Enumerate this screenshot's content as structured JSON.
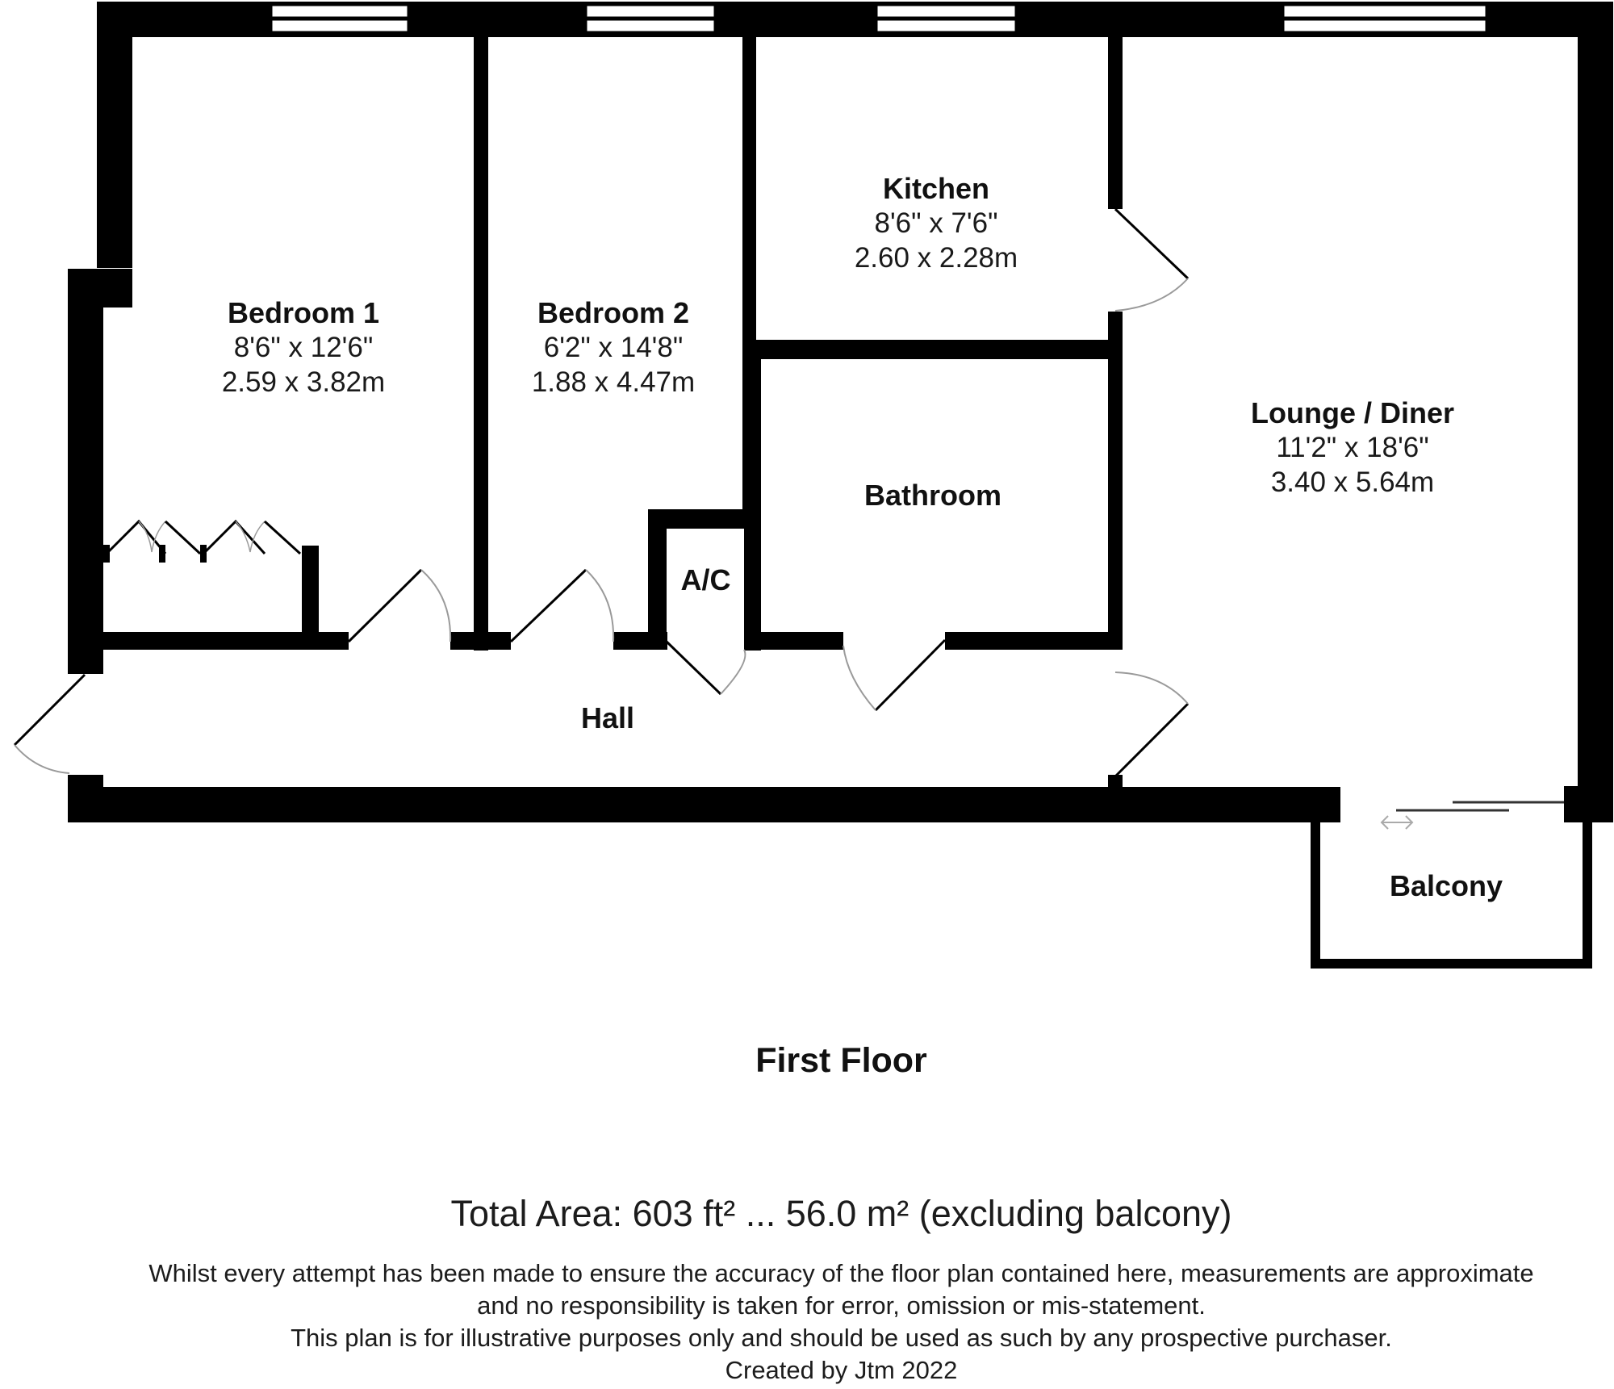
{
  "plan": {
    "floor_title": "First Floor",
    "wall_color": "#000000",
    "door_arc_color": "#9a9a9a",
    "rooms": [
      {
        "name": "Bedroom 1",
        "imperial": "8'6\" x 12'6\"",
        "metric": "2.59 x 3.82m"
      },
      {
        "name": "Bedroom 2",
        "imperial": "6'2\" x 14'8\"",
        "metric": "1.88 x 4.47m"
      },
      {
        "name": "Kitchen",
        "imperial": "8'6\" x 7'6\"",
        "metric": "2.60 x 2.28m"
      },
      {
        "name": "Lounge / Diner",
        "imperial": "11'2\" x 18'6\"",
        "metric": "3.40 x 5.64m"
      },
      {
        "name": "Bathroom"
      },
      {
        "name": "A/C"
      },
      {
        "name": "Hall"
      },
      {
        "name": "Balcony"
      }
    ]
  },
  "footer": {
    "total_area": "Total Area: 603 ft² ... 56.0 m² (excluding balcony)",
    "disclaimer": [
      "Whilst every attempt has been made to ensure the accuracy of the floor plan contained here, measurements are approximate",
      "and no responsibility is taken for error, omission or mis-statement.",
      "This plan is for illustrative purposes only and should be used as such by any prospective purchaser.",
      "Created by Jtm 2022"
    ]
  }
}
